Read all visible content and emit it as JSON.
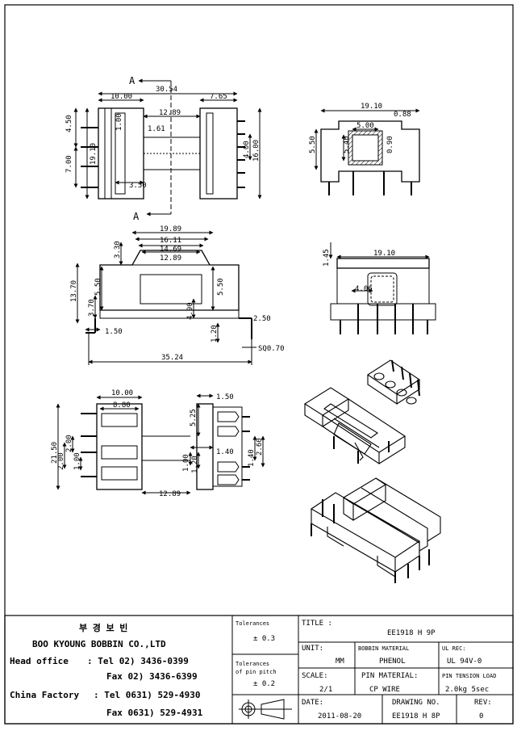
{
  "view_label": "A",
  "dims": {
    "top": {
      "d30_54": "30.54",
      "d10_00": "10.00",
      "d7_65": "7.65",
      "d12_89": "12.89",
      "d4_50": "4.50",
      "d1_00": "1.00",
      "d1_61": "1.61",
      "d7_00": "7.00",
      "d19_10": "19.10",
      "d3_50": "3.50",
      "d4_00": "4.00",
      "d16_00": "16.00"
    },
    "end": {
      "d19_10": "19.10",
      "d0_88": "0.88",
      "d5_00": "5.00",
      "d5_50": "5.50",
      "d5_40": "5.40",
      "d0_90": "0.90"
    },
    "front": {
      "d19_89": "19.89",
      "d16_11": "16.11",
      "d14_69": "14.69",
      "d12_89": "12.89",
      "d3_30": "3.30",
      "d13_70": "13.70",
      "d5_50a": "5.50",
      "d5_50b": "5.50",
      "d3_70": "3.70",
      "d4_90": "4.90",
      "d2_50": "2.50",
      "d1_50": "1.50",
      "d1_20": "1.20",
      "sq": "SQ0.70",
      "d35_24": "35.24"
    },
    "side": {
      "d1_45": "1.45",
      "d19_10": "19.10",
      "d4_06": "4.06"
    },
    "bottom": {
      "d10_00": "10.00",
      "d8_80": "8.80",
      "d21_50": "21.50",
      "d2_00a": "2.00",
      "d2_00b": "2.00",
      "d1_00": "1.00",
      "d12_89": "12.89"
    },
    "pinside": {
      "d1_50": "1.50",
      "d5_25": "5.25",
      "d1_40a": "1.40",
      "d1_40b": "1.40",
      "d2_60": "2.60",
      "d1_00": "1.00",
      "d1_20": "1.20"
    }
  },
  "title_block": {
    "company_korean": "부 경 보 빈",
    "company": "BOO KYOUNG BOBBIN CO.,LTD",
    "head_office_label": "Head office",
    "tel_line": ": Tel  02) 3436-0399",
    "fax_line": "Fax  02) 3436-6399",
    "china_label": "China Factory",
    "china_tel": ": Tel 0631) 529-4930",
    "china_fax": "Fax 0631) 529-4931",
    "tolerances_label": "Tolerances",
    "tolerances_value": "± 0.3",
    "pin_tol_label1": "Tolerances",
    "pin_tol_label2": "of pin pitch",
    "pin_tol_value": "± 0.2",
    "title_label": "TITLE :",
    "title_value": "EE1918 H 9P",
    "unit_label": "UNIT:",
    "unit_value": "MM",
    "bobbin_material_label": "BOBBIN MATERIAL",
    "bobbin_material_value": "PHENOL",
    "ul_rec_label": "UL REC:",
    "ul_rec_value": "UL 94V-0",
    "scale_label": "SCALE:",
    "scale_value": "2/1",
    "pin_material_label": "PIN MATERIAL:",
    "pin_material_value": "CP WIRE",
    "pin_tension_label": "PIN TENSION LOAD",
    "pin_tension_value": "2.0kg 5sec",
    "date_label": "DATE:",
    "date_value": "2011-08-20",
    "drawing_no_label": "DRAWING NO.",
    "drawing_no_value": "EE1918 H 8P",
    "rev_label": "REV:",
    "rev_value": "0"
  }
}
